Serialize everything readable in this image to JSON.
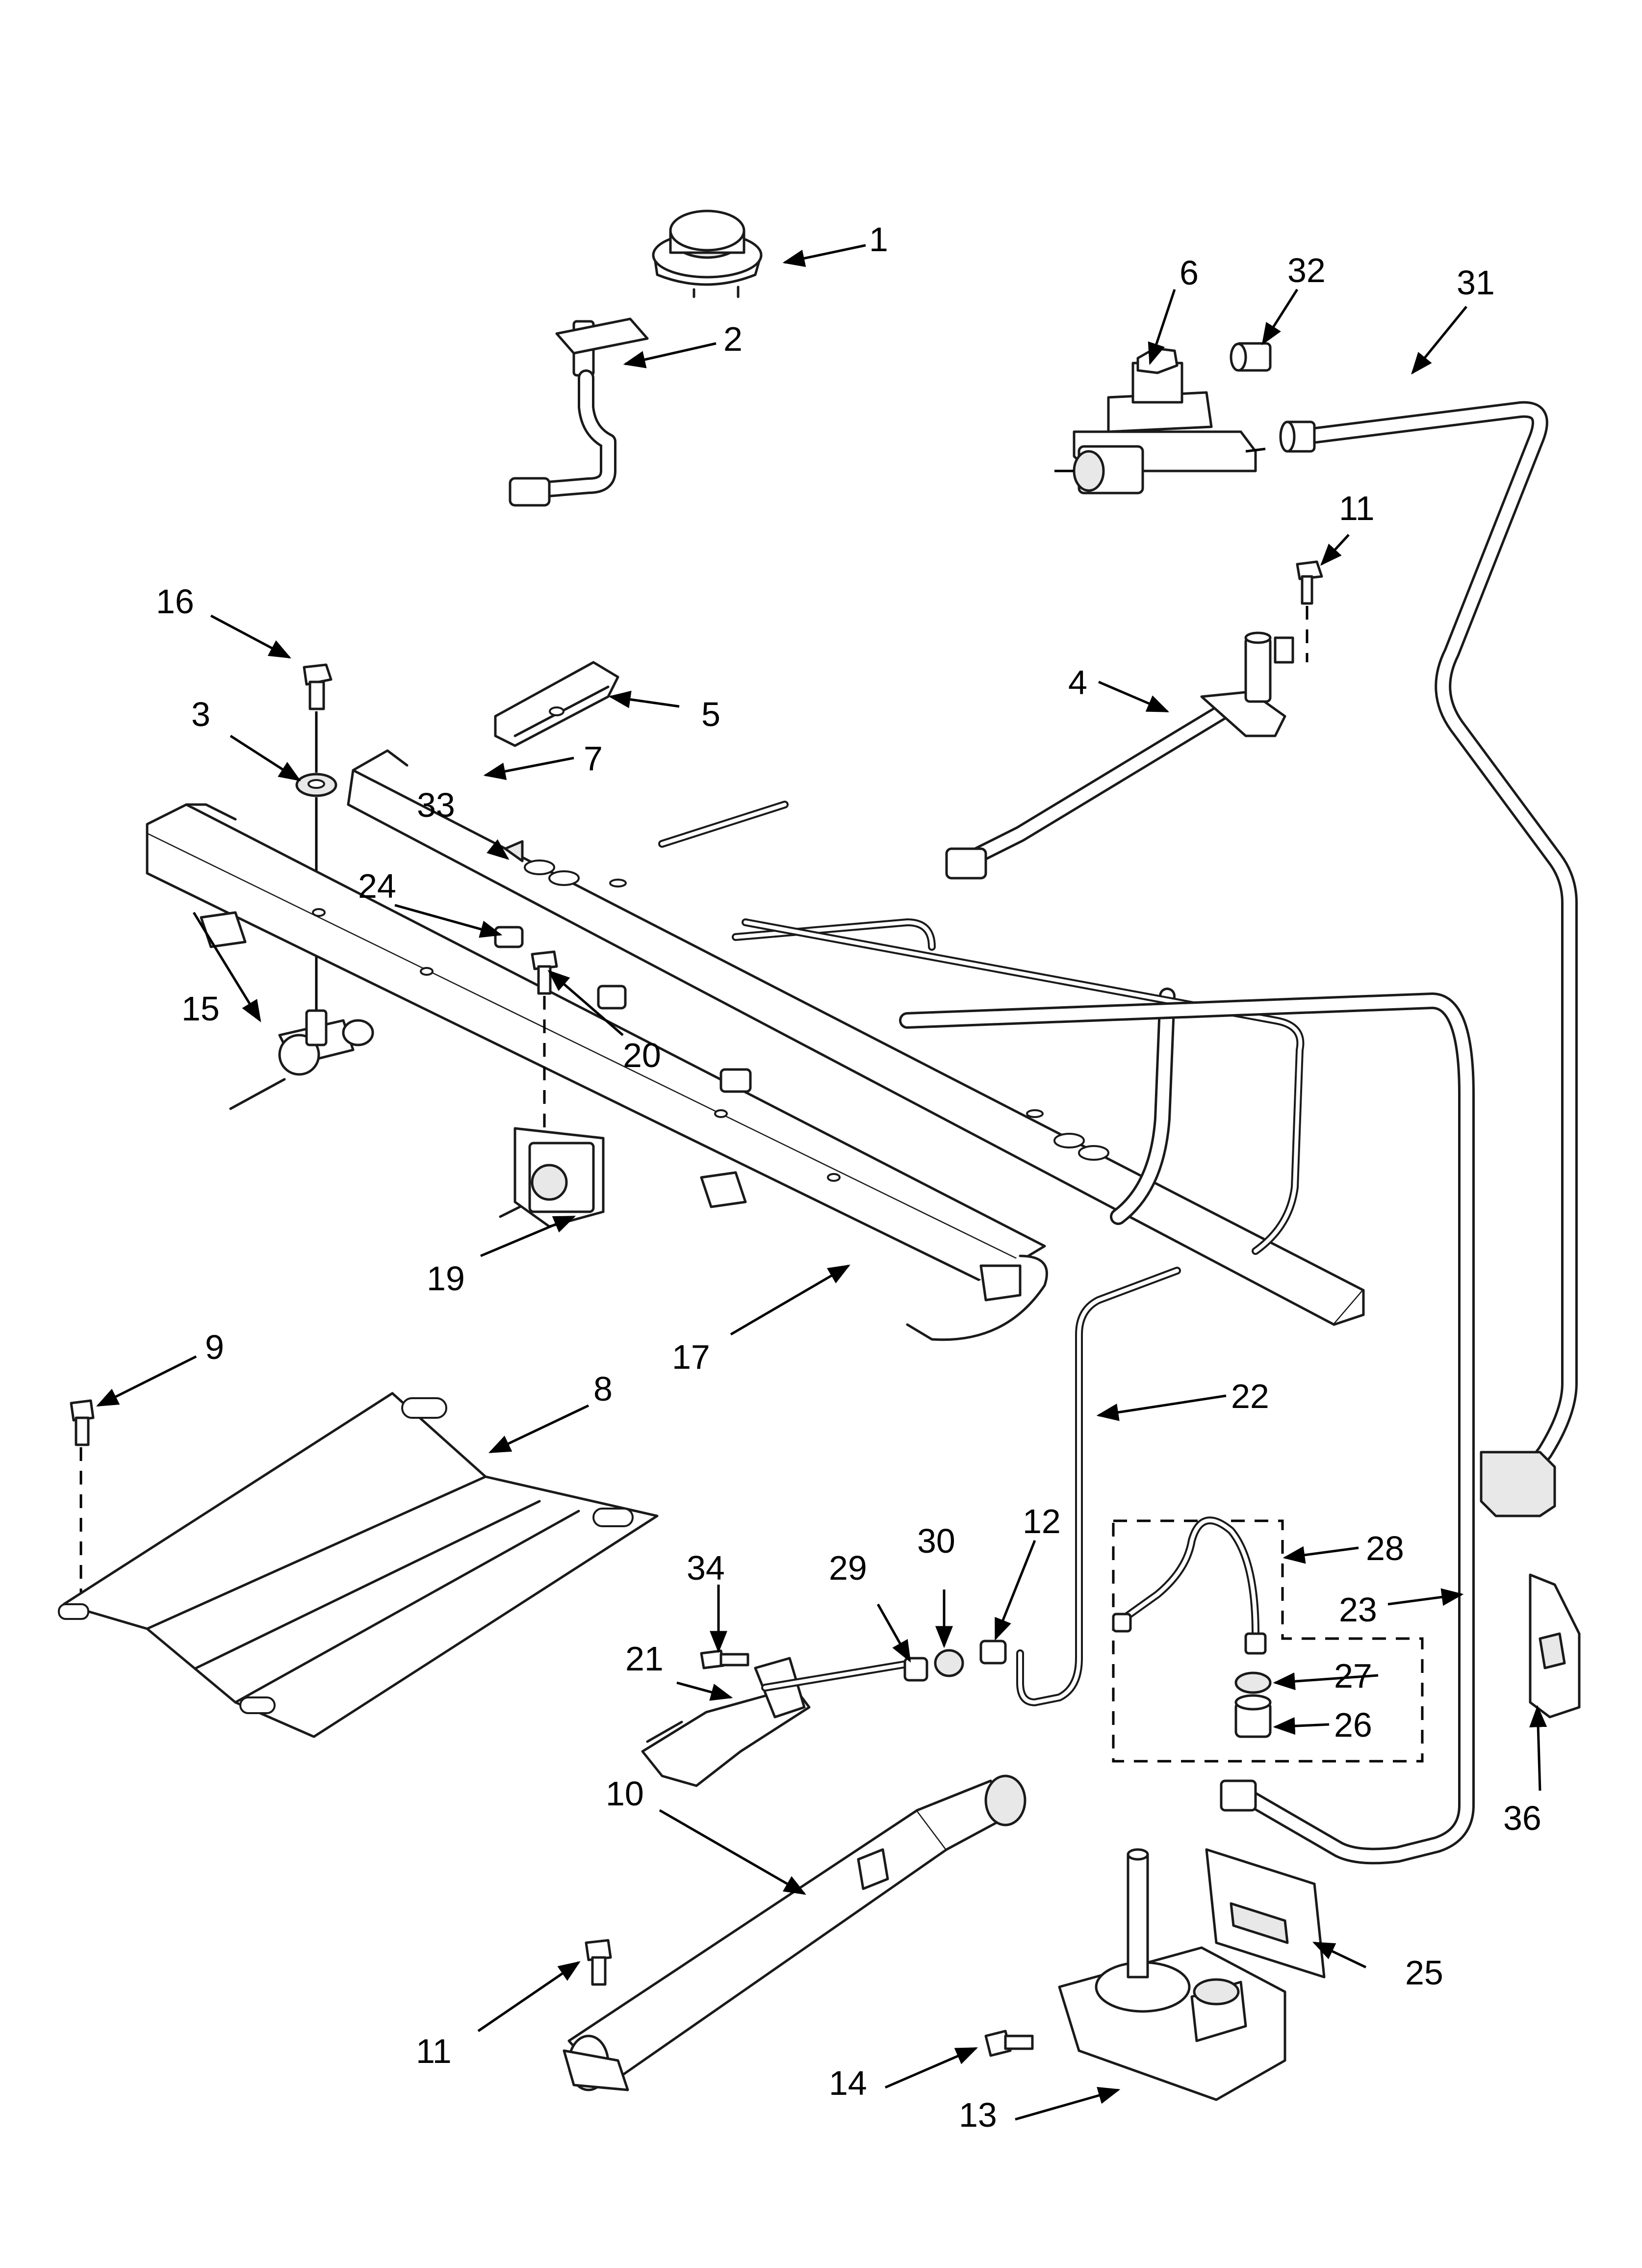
{
  "callouts": {
    "c1": "1",
    "c2": "2",
    "c3": "3",
    "c4": "4",
    "c5": "5",
    "c6": "6",
    "c7": "7",
    "c8": "8",
    "c9": "9",
    "c10": "10",
    "c11a": "11",
    "c11b": "11",
    "c12": "12",
    "c13": "13",
    "c14": "14",
    "c15": "15",
    "c16": "16",
    "c17": "17",
    "c19": "19",
    "c20": "20",
    "c21": "21",
    "c22": "22",
    "c23": "23",
    "c24": "24",
    "c25": "25",
    "c26": "26",
    "c27": "27",
    "c28": "28",
    "c29": "29",
    "c30": "30",
    "c31": "31",
    "c32": "32",
    "c33": "33",
    "c34": "34",
    "c36": "36"
  }
}
